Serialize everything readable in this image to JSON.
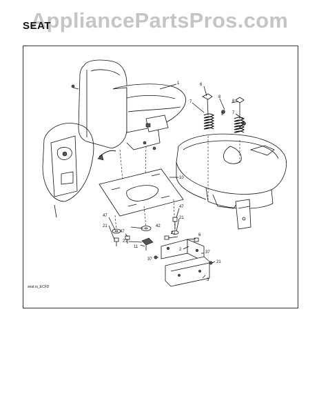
{
  "page": {
    "title": "SEAT",
    "watermark": "AppliancePartsPros.com",
    "figure_code": "seat.rs_ECFD"
  },
  "callouts": {
    "c1": "1",
    "c2": "2",
    "c3": "3",
    "c6": "6",
    "c7a": "7",
    "c7b": "7",
    "c8a": "8",
    "c8b": "8",
    "c9a": "9",
    "c9b": "9",
    "c10": "10",
    "c11": "11",
    "c21a": "21",
    "c21b": "21",
    "c21c": "21",
    "c21d": "21",
    "c21e": "21",
    "c37a": "37",
    "c37b": "37",
    "c42": "42",
    "c47a": "47",
    "c47b": "47",
    "c47c": "47",
    "c6b": "6"
  }
}
